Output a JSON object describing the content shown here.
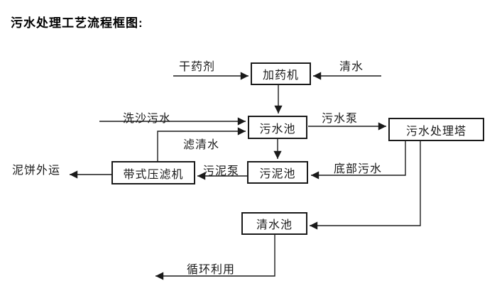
{
  "title": "污水处理工艺流程框图:",
  "nodes": {
    "dosing_machine": "加药机",
    "sewage_pool": "污水池",
    "treatment_tower": "污水处理塔",
    "sludge_pool": "污泥池",
    "belt_filter_press": "带式压滤机",
    "clean_water_pool": "清水池"
  },
  "edge_labels": {
    "dry_chemical": "干药剂",
    "clean_water": "清水",
    "sand_washing_sewage": "洗沙污水",
    "sewage_pump": "污水泵",
    "filtered_water": "滤清水",
    "sludge_pump": "污泥泵",
    "bottom_sewage": "底部污水",
    "mud_cake_transport": "泥饼外运",
    "recycling": "循环利用"
  },
  "flow": [
    {
      "source": "dry_chemical_input",
      "target": "dosing_machine",
      "label": "干药剂"
    },
    {
      "source": "clean_water_input",
      "target": "dosing_machine",
      "label": "清水"
    },
    {
      "source": "dosing_machine",
      "target": "sewage_pool",
      "label": ""
    },
    {
      "source": "sand_washing_sewage_input",
      "target": "sewage_pool",
      "label": "洗沙污水"
    },
    {
      "source": "belt_filter_press",
      "target": "sewage_pool",
      "label": "滤清水"
    },
    {
      "source": "sewage_pool",
      "target": "treatment_tower",
      "label": "污水泵"
    },
    {
      "source": "sewage_pool",
      "target": "sludge_pool",
      "label": ""
    },
    {
      "source": "treatment_tower",
      "target": "sludge_pool",
      "label": "底部污水"
    },
    {
      "source": "sludge_pool",
      "target": "belt_filter_press",
      "label": "污泥泵"
    },
    {
      "source": "belt_filter_press",
      "target": "mud_cake_out",
      "label": "泥饼外运"
    },
    {
      "source": "treatment_tower",
      "target": "clean_water_pool",
      "label": ""
    },
    {
      "source": "clean_water_pool",
      "target": "recycling_out",
      "label": "循环利用"
    }
  ],
  "colors": {
    "line": "#1a1a1a",
    "text": "#000000",
    "background": "#ffffff"
  }
}
